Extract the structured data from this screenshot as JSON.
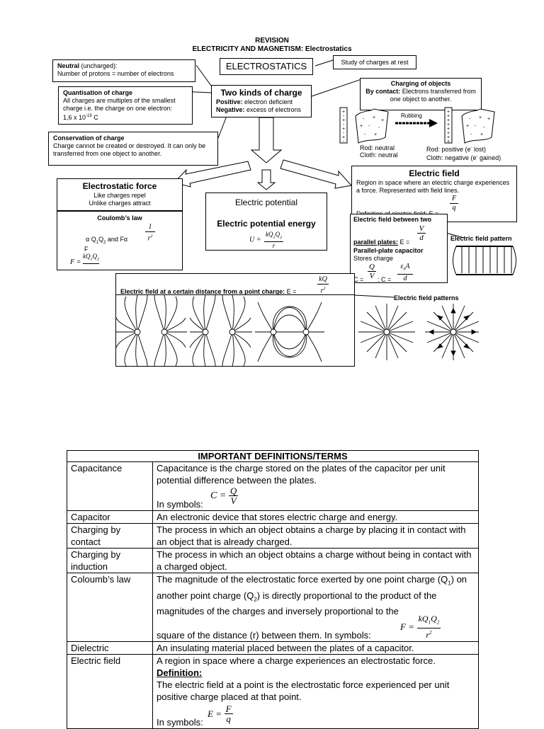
{
  "header": {
    "line1": "REVISION",
    "line2": "ELECTRICITY AND MAGNETISM: Electrostatics"
  },
  "central": {
    "title": "ELECTROSTATICS",
    "note": "Study of charges at rest"
  },
  "neutral": {
    "bold": "Neutral",
    "rest": " (uncharged):",
    "line2": "Number of protons = number of electrons"
  },
  "quantisation": {
    "title": "Quantisation of charge",
    "body": "All charges are multiples of the smallest charge i.e. the charge on one electron:",
    "value": "1,6 x 10",
    "exp": "-19",
    "unit": " C"
  },
  "conservation": {
    "title": "Conservation of charge",
    "body": "Charge cannot be created or destroyed. It can only be transferred from one object to another."
  },
  "two_kinds": {
    "title": "Two kinds of charge",
    "pos_label": "Positive:",
    "pos_text": " electron deficient",
    "neg_label": "Negative:",
    "neg_text": " excess of electrons"
  },
  "charging": {
    "title": "Charging of objects",
    "bold": "By contact:",
    "text": " Electrons transferred from one object to another.",
    "rubbing": "Rubbing",
    "rod_before": "Rod: neutral",
    "cloth_before": "Cloth: neutral",
    "rod_after": "Rod: positive (e",
    "rod_after_sup": "-",
    "rod_after_end": " lost)",
    "cloth_after": "Cloth: negative (e",
    "cloth_after_sup": "-",
    "cloth_after_end": " gained)"
  },
  "force": {
    "title": "Electrostatic force",
    "line1": "Like charges repel",
    "line2": "Unlike charges attract",
    "coulomb_title": "Coulomb’s law",
    "prop1": "α Q",
    "prop1_sub1": "1",
    "prop1_mid": "Q",
    "prop1_sub2": "2",
    "prop1_end": " and  Fα",
    "F_label": "F",
    "one": "1",
    "r2": "r",
    "F_eq": "F =",
    "kq": "kQ",
    "kq_sub1": "1",
    "kq_q": "Q",
    "kq_sub2": "2"
  },
  "potential": {
    "title": "Electric potential",
    "energy_title": "Electric potential energy",
    "U_eq": "U =",
    "num": "kQ",
    "num_sub1": "1",
    "num_q": "Q",
    "num_sub2": "2",
    "den": "r"
  },
  "efield": {
    "title": "Electric field",
    "body": "Region in space where an electric charge experiences a force. Represented with field lines.",
    "def_text": "Definition of electric field: E =",
    "F": "F",
    "q": "q"
  },
  "between": {
    "title": "Electric field between two",
    "pp_label": "parallel plates:",
    "E_eq": " E =",
    "V": "V",
    "d": "d",
    "cap_title": "Parallel-plate capacitor",
    "stores": "Stores charge",
    "C_eq1": "C =",
    "Q": "Q",
    "V2": "V",
    "sep": ";  C =",
    "eps": "ε",
    "eps_sub": "0",
    "A": "A",
    "d2": "d",
    "pattern_label": "Electric field pattern"
  },
  "distance": {
    "text": "Electric field at a certain distance from a point charge:",
    "E_eq": " E =",
    "kQ": "kQ",
    "r": "r",
    "patterns_label": "Electric field patterns"
  },
  "table": {
    "heading": "IMPORTANT DEFINITIONS/TERMS",
    "rows": [
      {
        "term": "Capacitance",
        "def": "Capacitance is the charge stored on the plates of the capacitor per unit potential difference between the plates.",
        "sym_prefix": "In symbols:",
        "f_left": "C =",
        "f_num": "Q",
        "f_den": "V"
      },
      {
        "term": "Capacitor",
        "def": "An electronic device that stores electric charge and energy."
      },
      {
        "term": "Charging by contact",
        "def": "The process in which an object obtains a charge by placing it in contact with an object that is already charged."
      },
      {
        "term": "Charging by induction",
        "def": "The process in which an object obtains a charge without being in contact with a charged object."
      },
      {
        "term": "Coloumb’s law",
        "def": "The magnitude of the electrostatic force exerted by one point charge (Q",
        "d_sub1": "1",
        "d_mid": ") on another point charge (Q",
        "d_sub2": "2",
        "d_end": ") is directly proportional to the product of the magnitudes of the charges and inversely proportional to the",
        "d_tail": "square of the distance (r) between them.  In symbols:",
        "f_left": "F =",
        "f_num": "kQ",
        "f_num_s1": "1",
        "f_num_q": "Q",
        "f_num_s2": "2",
        "f_den": "r",
        "f_den_sup": "2"
      },
      {
        "term": "Dielectric",
        "def": "An insulating material placed between the plates of a capacitor."
      },
      {
        "term": "Electric field",
        "def": "A region in space where a charge experiences an electrostatic force.",
        "def_title": "Definition:",
        "def2": "The electric field at a point is the electrostatic force experienced per unit positive charge placed at that point.",
        "sym_prefix": "In symbols:",
        "f_left": "E =",
        "f_num": "F",
        "f_den": "q"
      }
    ]
  }
}
